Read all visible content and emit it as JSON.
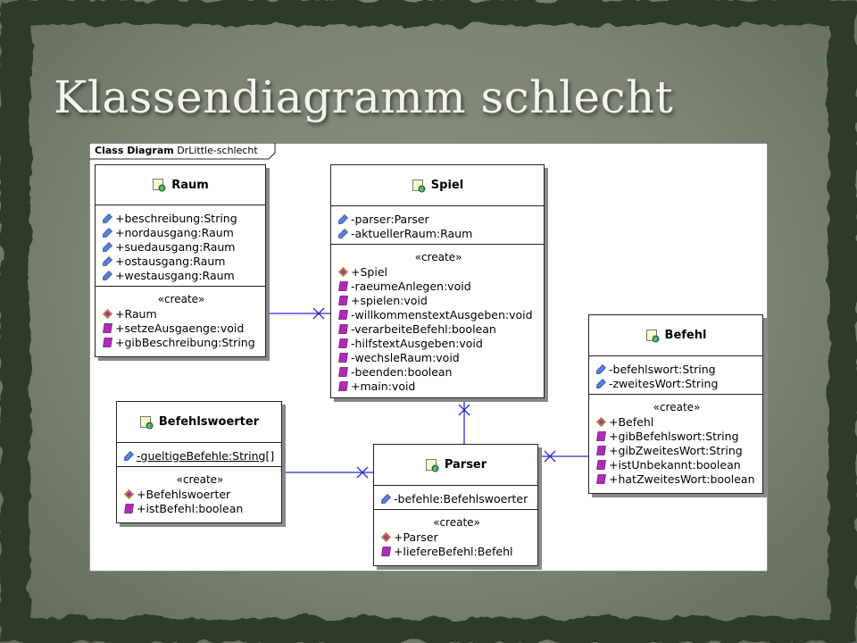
{
  "title": "Klassendiagramm schlecht",
  "frame": {
    "kind": "Class Diagram",
    "name": "DrLittle-schlecht"
  },
  "classes": {
    "raum": {
      "name": "Raum",
      "attributes": [
        "+beschreibung:String",
        "+nordausgang:Raum",
        "+suedausgang:Raum",
        "+ostausgang:Raum",
        "+westausgang:Raum"
      ],
      "stereotype": "«create»",
      "operations": [
        "+Raum",
        "+setzeAusgaenge:void",
        "+gibBeschreibung:String"
      ]
    },
    "spiel": {
      "name": "Spiel",
      "attributes": [
        "-parser:Parser",
        "-aktuellerRaum:Raum"
      ],
      "stereotype": "«create»",
      "operations": [
        "+Spiel",
        "-raeumeAnlegen:void",
        "+spielen:void",
        "-willkommenstextAusgeben:void",
        "-verarbeiteBefehl:boolean",
        "-hilfstextAusgeben:void",
        "-wechsleRaum:void",
        "-beenden:boolean",
        "+main:void"
      ]
    },
    "befehl": {
      "name": "Befehl",
      "attributes": [
        "-befehlswort:String",
        "-zweitesWort:String"
      ],
      "stereotype": "«create»",
      "operations": [
        "+Befehl",
        "+gibBefehlswort:String",
        "+gibZweitesWort:String",
        "+istUnbekannt:boolean",
        "+hatZweitesWort:boolean"
      ]
    },
    "befehlswoerter": {
      "name": "Befehlswoerter",
      "attributes": [
        "-gueltigeBefehle:String[]"
      ],
      "stereotype": "«create»",
      "operations": [
        "+Befehlswoerter",
        "+istBefehl:boolean"
      ]
    },
    "parser": {
      "name": "Parser",
      "attributes": [
        "-befehle:Befehlswoerter"
      ],
      "stereotype": "«create»",
      "operations": [
        "+Parser",
        "+liefereBefehl:Befehl"
      ]
    }
  },
  "colors": {
    "association": "#2b2bd0",
    "attribute_icon": "#5a7fd6",
    "operation_icon": "#b02ab8",
    "constructor_icon": "#d8b020"
  }
}
